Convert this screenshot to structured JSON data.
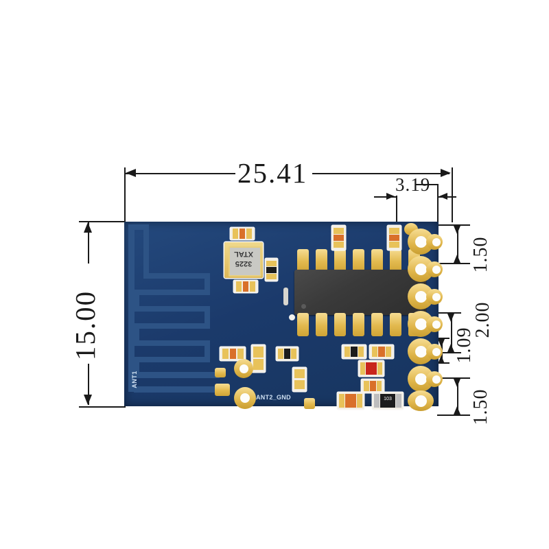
{
  "drawing": {
    "title": "PCB module dimensioned drawing",
    "units": "mm",
    "background_color": "#ffffff",
    "line_color": "#1a1a1a"
  },
  "dimensions": {
    "overall_width": "25.41",
    "overall_height": "15.00",
    "top_right_offset": "3.19",
    "right_top_pitch": "1.50",
    "right_mid_pitch": "2.00",
    "right_small_pitch": "1.09",
    "right_bottom_pitch": "1.50"
  },
  "pcb": {
    "board_color": "#1b3a6b",
    "copper_color": "#2d5385",
    "pad_color": "#e2b94e",
    "silkscreen_color": "#cfe0f2",
    "silkscreen": {
      "antenna_label": "ANT1",
      "ground_label": "ANT2_GND"
    },
    "components": {
      "crystal_line1": "XTAL",
      "crystal_line2": "3225",
      "resistor_code": "103"
    }
  }
}
